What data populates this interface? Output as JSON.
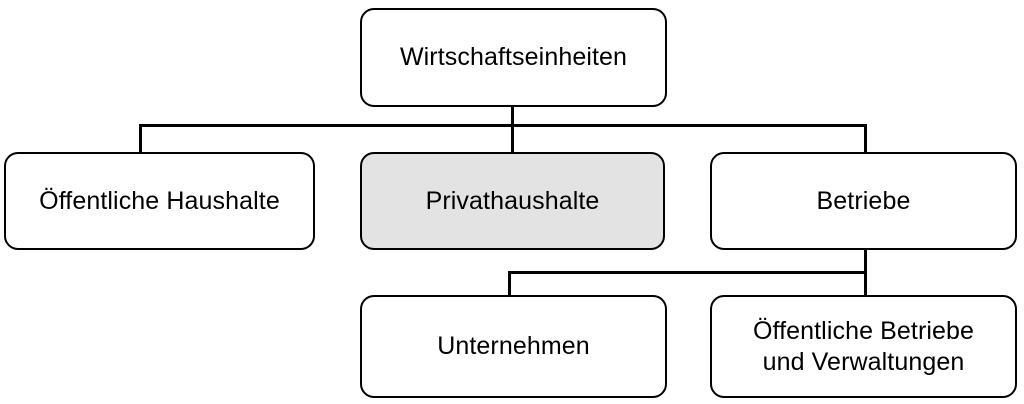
{
  "diagram": {
    "title": "Wirtschaftseinheiten",
    "type": "hierarchy-tree",
    "colors": {
      "background": "#ffffff",
      "node_fill": "#ffffff",
      "node_fill_highlight": "#e3e3e3",
      "stroke": "#000000",
      "text": "#000000"
    },
    "nodes": {
      "root": {
        "label": "Wirtschaftseinheiten",
        "level": 1,
        "highlighted": false
      },
      "public_households": {
        "label": "Öffentliche Haushalte",
        "level": 2,
        "highlighted": false
      },
      "private_households": {
        "label": "Privathaushalte",
        "level": 2,
        "highlighted": true
      },
      "betriebe": {
        "label": "Betriebe",
        "level": 2,
        "highlighted": false
      },
      "unternehmen": {
        "label": "Unternehmen",
        "level": 3,
        "highlighted": false
      },
      "public_operations": {
        "label": "Öffentliche Betriebe\nund Verwaltungen",
        "level": 3,
        "highlighted": false
      }
    },
    "edges": [
      {
        "from": "root",
        "to": "public_households"
      },
      {
        "from": "root",
        "to": "private_households"
      },
      {
        "from": "root",
        "to": "betriebe"
      },
      {
        "from": "betriebe",
        "to": "unternehmen"
      },
      {
        "from": "betriebe",
        "to": "public_operations"
      }
    ]
  }
}
